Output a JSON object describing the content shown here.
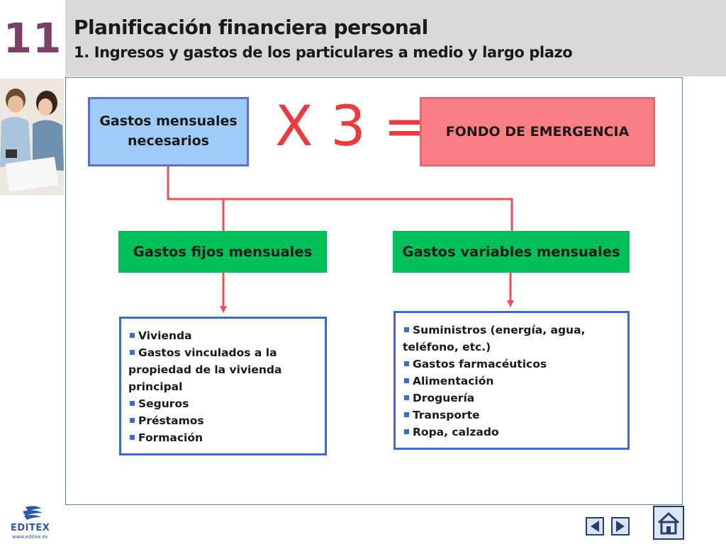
{
  "header": {
    "chapter_number": "11",
    "title": "Planificación financiera personal",
    "subtitle": "1. Ingresos y gastos de los particulares a medio y largo plazo"
  },
  "diagram": {
    "needed_expenses": "Gastos mensuales necesarios",
    "multiplier": "X 3 =",
    "emergency_fund": "FONDO DE EMERGENCIA",
    "fixed_expenses": "Gastos fijos mensuales",
    "variable_expenses": "Gastos variables mensuales",
    "fixed_items": [
      "Vivienda",
      "Gastos vinculados a la propiedad de la vivienda principal",
      "Seguros",
      "Préstamos",
      "Formación"
    ],
    "variable_items": [
      "Suministros (energía, agua, teléfono, etc.)",
      "Gastos farmacéuticos",
      "Alimentación",
      "Droguería",
      "Transporte",
      "Ropa, calzado"
    ]
  },
  "footer": {
    "logo_text": "EDITEX",
    "logo_url": "www.editex.es"
  },
  "colors": {
    "chapter_number": "#7b3f68",
    "connector": "#ee4f55",
    "green_box": "#00c05a",
    "blue_box": "#9fcbf7",
    "red_box": "#f97f84"
  },
  "icons": {
    "prev": "triangle-left-icon",
    "next": "triangle-right-icon",
    "home": "house-icon"
  }
}
